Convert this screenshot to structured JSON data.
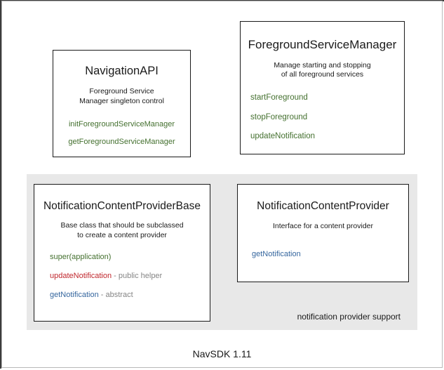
{
  "diagram": {
    "footer_version": "NavSDK 1.11",
    "group_panel": {
      "label": "notification provider support",
      "background_color": "#e8e8e8"
    },
    "colors": {
      "green": "#44702f",
      "blue": "#35669e",
      "red": "#c0272d",
      "note_gray": "#858585",
      "text": "#1a1a1a",
      "box_border": "#1a1a1a"
    },
    "boxes": [
      {
        "id": "navigation-api",
        "title": "NavigationAPI",
        "description_lines": [
          "Foreground Service",
          "Manager singleton control"
        ],
        "members": [
          {
            "name": "initForegroundServiceManager",
            "color": "green",
            "note": ""
          },
          {
            "name": "getForegroundServiceManager",
            "color": "green",
            "note": ""
          }
        ]
      },
      {
        "id": "foreground-service-manager",
        "title": "ForegroundServiceManager",
        "description_lines": [
          "Manage starting and stopping",
          "of all foreground services"
        ],
        "members": [
          {
            "name": "startForeground",
            "color": "green",
            "note": ""
          },
          {
            "name": "stopForeground",
            "color": "green",
            "note": ""
          },
          {
            "name": "updateNotification",
            "color": "green",
            "note": ""
          }
        ]
      },
      {
        "id": "notification-content-provider-base",
        "title": "NotificationContentProviderBase",
        "description_lines": [
          "Base class that should be subclassed",
          "to create a content provider"
        ],
        "members": [
          {
            "name": "super(application)",
            "color": "green",
            "note": ""
          },
          {
            "name": "updateNotification",
            "color": "red",
            "note": " - public helper"
          },
          {
            "name": "getNotification",
            "color": "blue",
            "note": " - abstract"
          }
        ]
      },
      {
        "id": "notification-content-provider",
        "title": "NotificationContentProvider",
        "description_lines": [
          "Interface for a content provider"
        ],
        "members": [
          {
            "name": "getNotification",
            "color": "blue",
            "note": ""
          }
        ]
      }
    ]
  }
}
